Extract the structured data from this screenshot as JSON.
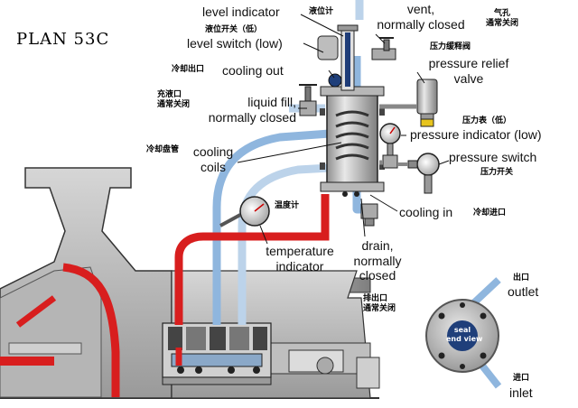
{
  "title": "PLAN 53C",
  "labels": {
    "level_indicator": "level indicator",
    "level_switch": "level switch (low)",
    "cooling_out": "cooling out",
    "liquid_fill": "liquid fill,\nnormally closed",
    "cooling_coils": "cooling\ncoils",
    "vent": "vent,\nnormally closed",
    "pressure_relief": "pressure relief\nvalve",
    "pressure_indicator": "pressure indicator (low)",
    "pressure_switch": "pressure switch",
    "cooling_in": "cooling in",
    "temperature_indicator": "temperature\nindicator",
    "drain": "drain,\nnormally\nclosed",
    "outlet": "outlet",
    "inlet": "inlet",
    "seal_end_view": "seal\nend view"
  },
  "labels_zh": {
    "level_indicator": "液位计",
    "level_switch": "液位开关（低）",
    "cooling_out": "冷却出口",
    "liquid_fill": "充液口\n通常关闭",
    "cooling_coils": "冷却盘管",
    "vent": "气孔\n通常关闭",
    "pressure_relief": "压力缓释阀",
    "pressure_indicator": "压力表（低）",
    "pressure_switch": "压力开关",
    "cooling_in": "冷却进口",
    "temperature_indicator": "温度计",
    "drain": "排出口\n通常关闭",
    "outlet": "出口",
    "inlet": "进口"
  },
  "colors": {
    "process_red": "#d81e1e",
    "cooling_blue": "#8fb6de",
    "cooling_light": "#bcd3ea",
    "steel": "#c9c9c9",
    "steel_dark": "#8a8a8a"
  }
}
